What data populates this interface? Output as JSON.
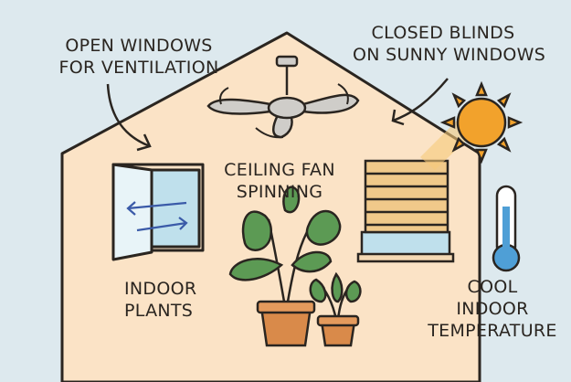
{
  "labels": {
    "open_windows": [
      "OPEN WINDOWS",
      "FOR VENTILATION"
    ],
    "closed_blinds": [
      "CLOSED BLINDS",
      "ON SUNNY WINDOWS"
    ],
    "ceiling_fan": [
      "CEILING FAN",
      "SPINNING"
    ],
    "indoor_plants": [
      "INDOOR",
      "PLANTS"
    ],
    "cool_temp": [
      "COOL",
      "INDOOR",
      "TEMPERATURE"
    ]
  },
  "colors": {
    "background": "#dde9ee",
    "house_wall": "#fbe3c6",
    "outline": "#2a2520",
    "sun": "#f2a22c",
    "leaf": "#5c9a54",
    "pot": "#d98a4a",
    "blinds": "#f0c98a",
    "window_glass": "#bfe0ec",
    "thermometer_fluid": "#4f9fd6"
  }
}
